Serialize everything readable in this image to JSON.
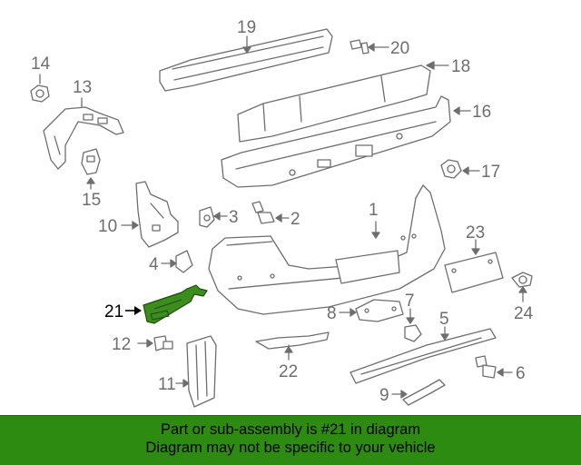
{
  "diagram": {
    "callouts": {
      "p1": "1",
      "p2": "2",
      "p3": "3",
      "p4": "4",
      "p5": "5",
      "p6": "6",
      "p7": "7",
      "p8": "8",
      "p9": "9",
      "p10": "10",
      "p11": "11",
      "p12": "12",
      "p13": "13",
      "p14": "14",
      "p15": "15",
      "p16": "16",
      "p17": "17",
      "p18": "18",
      "p19": "19",
      "p20": "20",
      "p21": "21",
      "p22": "22",
      "p23": "23",
      "p24": "24"
    },
    "highlighted_part": "21",
    "colors": {
      "highlight": "#3d8c1e",
      "line": "#6e6e6e",
      "banner": "#2e8b12"
    }
  },
  "banner": {
    "line1": "Part or sub-assembly is #21 in diagram",
    "line2": "Diagram may not be specific to your vehicle"
  }
}
